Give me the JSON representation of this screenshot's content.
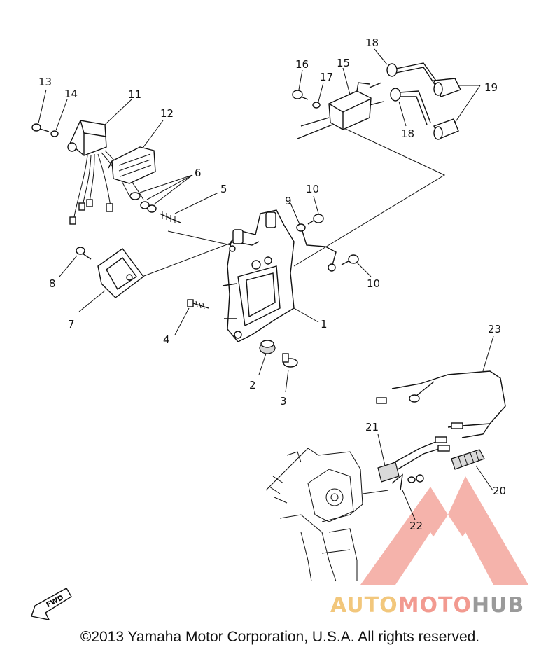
{
  "diagram": {
    "callouts": [
      {
        "id": "p1",
        "text": "1"
      },
      {
        "id": "p2",
        "text": "2"
      },
      {
        "id": "p3",
        "text": "3"
      },
      {
        "id": "p4",
        "text": "4"
      },
      {
        "id": "p5",
        "text": "5"
      },
      {
        "id": "p6",
        "text": "6"
      },
      {
        "id": "p7",
        "text": "7"
      },
      {
        "id": "p8",
        "text": "8"
      },
      {
        "id": "p9",
        "text": "9"
      },
      {
        "id": "p10a",
        "text": "10"
      },
      {
        "id": "p10b",
        "text": "10"
      },
      {
        "id": "p11",
        "text": "11"
      },
      {
        "id": "p12",
        "text": "12"
      },
      {
        "id": "p13",
        "text": "13"
      },
      {
        "id": "p14",
        "text": "14"
      },
      {
        "id": "p15",
        "text": "15"
      },
      {
        "id": "p16",
        "text": "16"
      },
      {
        "id": "p17",
        "text": "17"
      },
      {
        "id": "p18a",
        "text": "18"
      },
      {
        "id": "p18b",
        "text": "18"
      },
      {
        "id": "p19",
        "text": "19"
      },
      {
        "id": "p20",
        "text": "20"
      },
      {
        "id": "p21",
        "text": "21"
      },
      {
        "id": "p22",
        "text": "22"
      },
      {
        "id": "p23",
        "text": "23"
      }
    ],
    "fwd_label": "FWD"
  },
  "watermark": {
    "part1": "AUTO",
    "part2": "MOTO",
    "part3": "HUB",
    "colors": {
      "auto": "#f2c77c",
      "moto": "#f29a90",
      "hub": "#9a9a9a",
      "logo": "#f29a90"
    }
  },
  "footer": {
    "copyright": "©2013 Yamaha Motor Corporation, U.S.A. All rights reserved."
  }
}
